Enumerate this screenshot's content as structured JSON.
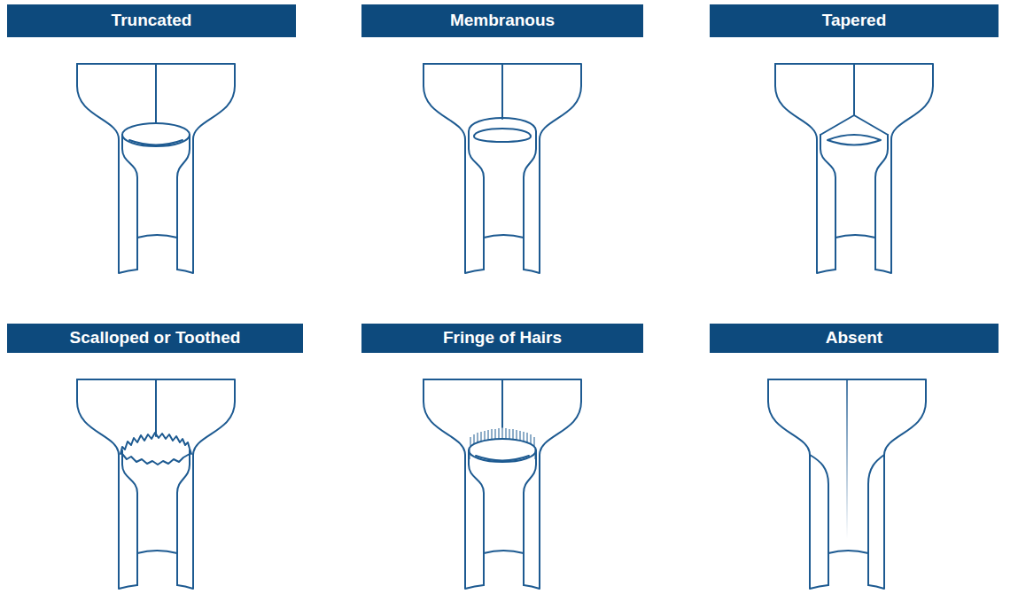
{
  "diagram": {
    "nodes": [
      {
        "text": [
          "Truncated"
        ]
      },
      {
        "text": [
          "Membranous"
        ]
      },
      {
        "text": [
          "Tapered"
        ]
      },
      {
        "text": [
          "Scalloped or Toothed"
        ]
      },
      {
        "text": [
          "Fringe of Hairs"
        ]
      },
      {
        "text": [
          "Absent"
        ]
      }
    ]
  }
}
